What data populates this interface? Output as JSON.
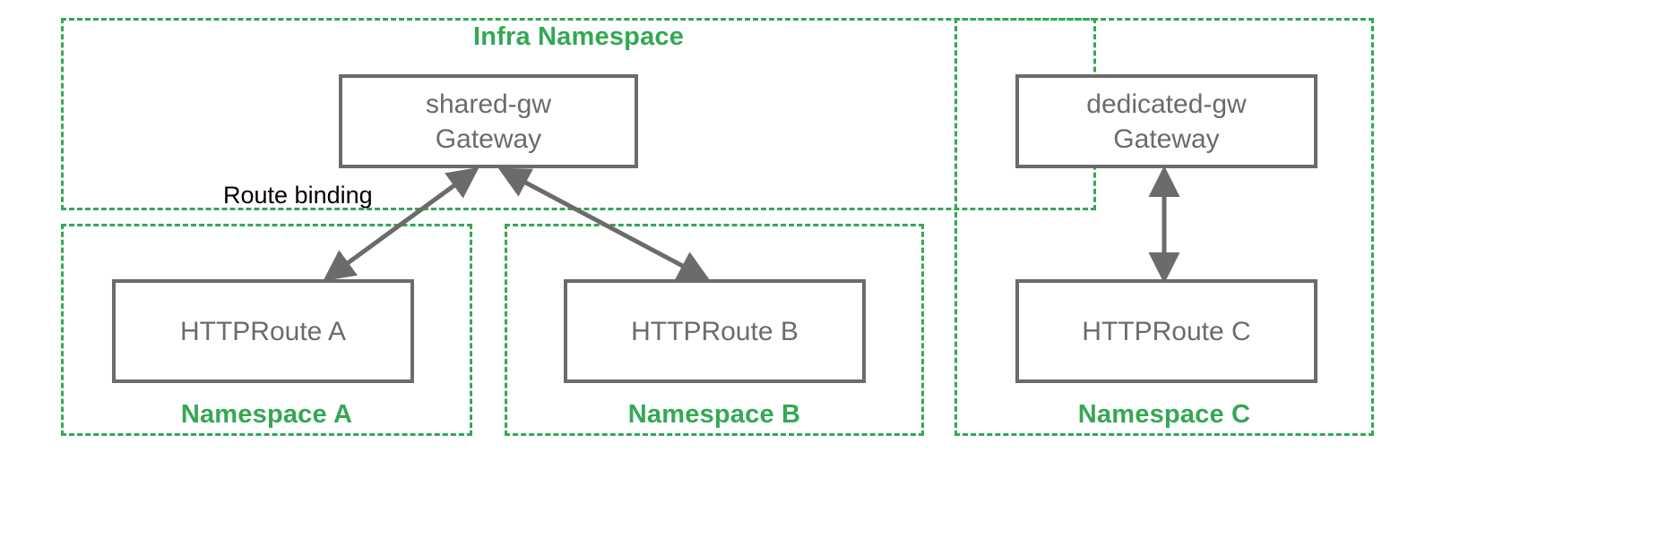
{
  "diagram": {
    "title_visible": false,
    "colors": {
      "namespace_border": "#34A853",
      "namespace_label": "#34A853",
      "resource_border": "#6B6B6B",
      "resource_text": "#6B6B6B",
      "arrow": "#6B6B6B",
      "annotation_text": "#000000",
      "background": "#FFFFFF"
    },
    "namespaces": [
      {
        "id": "infra",
        "label": "Infra Namespace",
        "label_position": "top-center"
      },
      {
        "id": "ns-a",
        "label": "Namespace A",
        "label_position": "bottom-center"
      },
      {
        "id": "ns-b",
        "label": "Namespace B",
        "label_position": "bottom-center"
      },
      {
        "id": "ns-c",
        "label": "Namespace C",
        "label_position": "bottom-center"
      }
    ],
    "resources": [
      {
        "id": "shared-gw",
        "name": "shared-gw",
        "kind": "Gateway",
        "namespace": "infra"
      },
      {
        "id": "dedicated-gw",
        "name": "dedicated-gw",
        "kind": "Gateway",
        "namespace": "ns-c"
      },
      {
        "id": "route-a",
        "name": "HTTPRoute A",
        "kind": "",
        "namespace": "ns-a"
      },
      {
        "id": "route-b",
        "name": "HTTPRoute B",
        "kind": "",
        "namespace": "ns-b"
      },
      {
        "id": "route-c",
        "name": "HTTPRoute C",
        "kind": "",
        "namespace": "ns-c"
      }
    ],
    "edges": [
      {
        "id": "edge-a",
        "from": "route-a",
        "to": "shared-gw",
        "label": "Route binding",
        "arrowheads": "both"
      },
      {
        "id": "edge-b",
        "from": "route-b",
        "to": "shared-gw",
        "label": "",
        "arrowheads": "both"
      },
      {
        "id": "edge-c",
        "from": "route-c",
        "to": "dedicated-gw",
        "label": "",
        "arrowheads": "both"
      }
    ],
    "annotations": [
      {
        "id": "route-binding",
        "text": "Route binding"
      }
    ]
  }
}
